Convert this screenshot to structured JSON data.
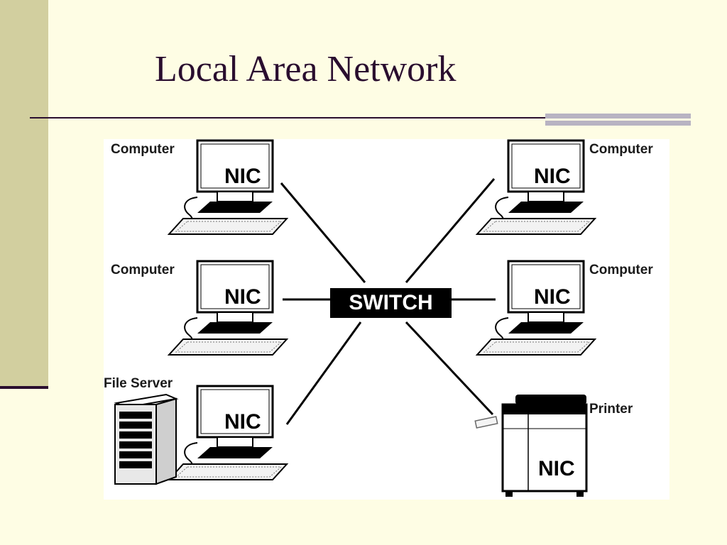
{
  "slide": {
    "title": "Local Area Network"
  },
  "diagram": {
    "switch_label": "SWITCH",
    "nodes": [
      {
        "label": "Computer",
        "nic": "NIC"
      },
      {
        "label": "Computer",
        "nic": "NIC"
      },
      {
        "label": "File Server",
        "nic": "NIC"
      },
      {
        "label": "Computer",
        "nic": "NIC"
      },
      {
        "label": "Computer",
        "nic": "NIC"
      },
      {
        "label": "Printer",
        "nic": "NIC"
      }
    ]
  },
  "colors": {
    "background": "#fefde4",
    "sidebar": "#d2cf9f",
    "title_text": "#2a0e2f",
    "accent_bar": "#b8b3c2"
  }
}
